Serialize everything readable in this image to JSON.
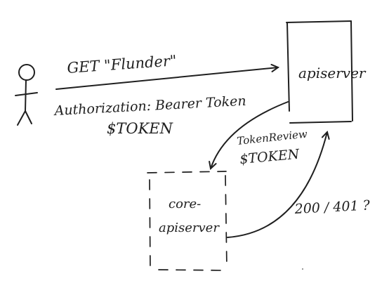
{
  "diagram": {
    "actor": {
      "icon": "stick-figure-icon"
    },
    "request": {
      "line1": "GET \"Flunder\"",
      "line2": "Authorization: Bearer Token",
      "line3": "$TOKEN"
    },
    "apiserver": {
      "label": "apiserver"
    },
    "token_review": {
      "line1": "TokenReview",
      "line2": "$TOKEN"
    },
    "core_apiserver": {
      "line1": "core-",
      "line2": "apiserver"
    },
    "response": {
      "label": "200 / 401 ?"
    }
  }
}
